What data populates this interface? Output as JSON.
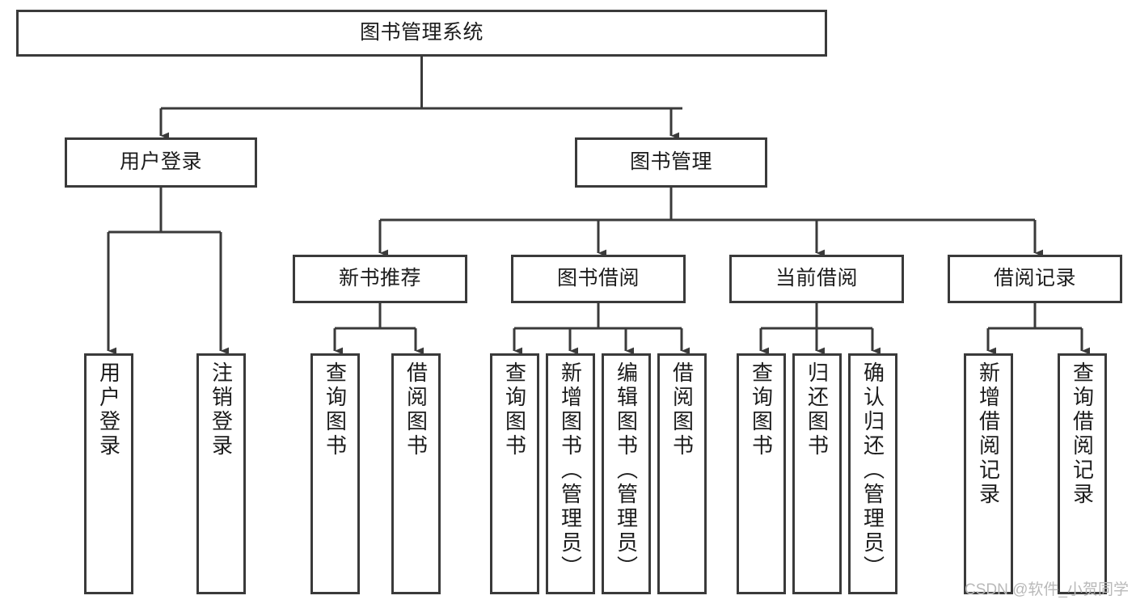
{
  "diagram": {
    "title": "图书管理系统",
    "type": "tree-hierarchy",
    "orientation": "top-down",
    "colors": {
      "box_border": "#3a3a3a",
      "box_fill": "#ffffff",
      "edge": "#3a3a3a",
      "text": "#1c1c1c",
      "watermark": "#b9b9b9",
      "background": "#ffffff"
    }
  },
  "nodes": {
    "root": {
      "label": "图书管理系统"
    },
    "level2": [
      {
        "label": "用户登录"
      },
      {
        "label": "图书管理"
      }
    ],
    "level3": [
      {
        "label": "新书推荐"
      },
      {
        "label": "图书借阅"
      },
      {
        "label": "当前借阅"
      },
      {
        "label": "借阅记录"
      }
    ],
    "leaves": {
      "user_login": [
        {
          "label": "用户登录"
        },
        {
          "label": "注销登录"
        }
      ],
      "new_book_recommend": [
        {
          "label": "查询图书"
        },
        {
          "label": "借阅图书"
        }
      ],
      "book_borrow": [
        {
          "label": "查询图书"
        },
        {
          "label": "新增图书（管理员）"
        },
        {
          "label": "编辑图书（管理员）"
        },
        {
          "label": "借阅图书"
        }
      ],
      "current_borrow": [
        {
          "label": "查询图书"
        },
        {
          "label": "归还图书"
        },
        {
          "label": "确认归还（管理员）"
        }
      ],
      "borrow_record": [
        {
          "label": "新增借阅记录"
        },
        {
          "label": "查询借阅记录"
        }
      ]
    }
  },
  "watermark": {
    "text": "CSDN @软件_小贺同学"
  }
}
